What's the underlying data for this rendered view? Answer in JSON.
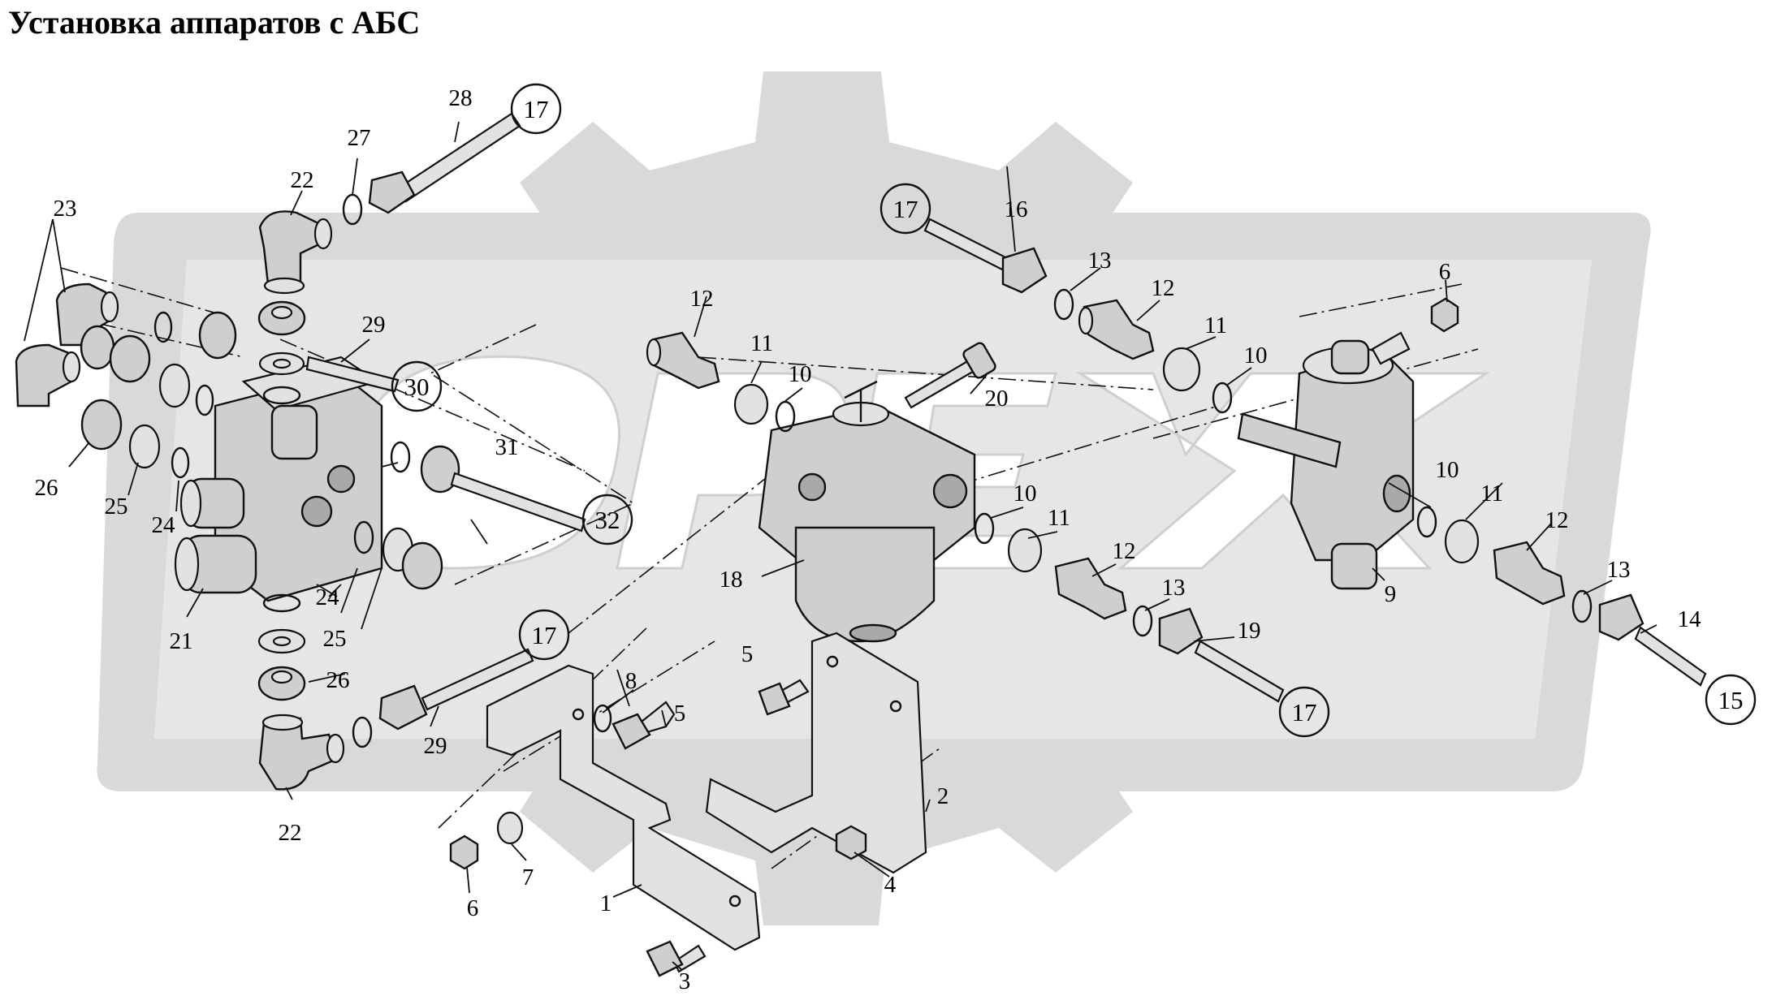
{
  "title": "Установка аппаратов с АБС",
  "colors": {
    "background": "#ffffff",
    "watermark": "#d6d6d6",
    "ink": "#111111",
    "part_fill": "#cfcfcf"
  },
  "watermark_icon": "gear-logo-watermark",
  "callouts": [
    {
      "id": "callout-17-top-left",
      "label": "17"
    },
    {
      "id": "callout-17-top-center",
      "label": "17"
    },
    {
      "id": "callout-17-bottom-left",
      "label": "17"
    },
    {
      "id": "callout-17-bottom-right",
      "label": "17"
    },
    {
      "id": "callout-15",
      "label": "15"
    },
    {
      "id": "callout-30",
      "label": "30"
    },
    {
      "id": "callout-32",
      "label": "32"
    }
  ],
  "part_labels": [
    {
      "id": "label-1",
      "text": "1"
    },
    {
      "id": "label-2",
      "text": "2"
    },
    {
      "id": "label-3",
      "text": "3"
    },
    {
      "id": "label-4",
      "text": "4"
    },
    {
      "id": "label-5-a",
      "text": "5"
    },
    {
      "id": "label-5-b",
      "text": "5"
    },
    {
      "id": "label-6-a",
      "text": "6"
    },
    {
      "id": "label-6-b",
      "text": "6"
    },
    {
      "id": "label-7",
      "text": "7"
    },
    {
      "id": "label-8",
      "text": "8"
    },
    {
      "id": "label-9",
      "text": "9"
    },
    {
      "id": "label-10-a",
      "text": "10"
    },
    {
      "id": "label-10-b",
      "text": "10"
    },
    {
      "id": "label-10-c",
      "text": "10"
    },
    {
      "id": "label-10-d",
      "text": "10"
    },
    {
      "id": "label-11-a",
      "text": "11"
    },
    {
      "id": "label-11-b",
      "text": "11"
    },
    {
      "id": "label-11-c",
      "text": "11"
    },
    {
      "id": "label-11-d",
      "text": "11"
    },
    {
      "id": "label-12-a",
      "text": "12"
    },
    {
      "id": "label-12-b",
      "text": "12"
    },
    {
      "id": "label-12-c",
      "text": "12"
    },
    {
      "id": "label-12-d",
      "text": "12"
    },
    {
      "id": "label-13-a",
      "text": "13"
    },
    {
      "id": "label-13-b",
      "text": "13"
    },
    {
      "id": "label-13-c",
      "text": "13"
    },
    {
      "id": "label-14",
      "text": "14"
    },
    {
      "id": "label-16",
      "text": "16"
    },
    {
      "id": "label-18",
      "text": "18"
    },
    {
      "id": "label-19",
      "text": "19"
    },
    {
      "id": "label-20",
      "text": "20"
    },
    {
      "id": "label-21",
      "text": "21"
    },
    {
      "id": "label-22-a",
      "text": "22"
    },
    {
      "id": "label-22-b",
      "text": "22"
    },
    {
      "id": "label-23",
      "text": "23"
    },
    {
      "id": "label-24-a",
      "text": "24"
    },
    {
      "id": "label-24-b",
      "text": "24"
    },
    {
      "id": "label-25-a",
      "text": "25"
    },
    {
      "id": "label-25-b",
      "text": "25"
    },
    {
      "id": "label-26-a",
      "text": "26"
    },
    {
      "id": "label-26-b",
      "text": "26"
    },
    {
      "id": "label-27",
      "text": "27"
    },
    {
      "id": "label-28",
      "text": "28"
    },
    {
      "id": "label-29-a",
      "text": "29"
    },
    {
      "id": "label-29-b",
      "text": "29"
    },
    {
      "id": "label-31",
      "text": "31"
    }
  ]
}
